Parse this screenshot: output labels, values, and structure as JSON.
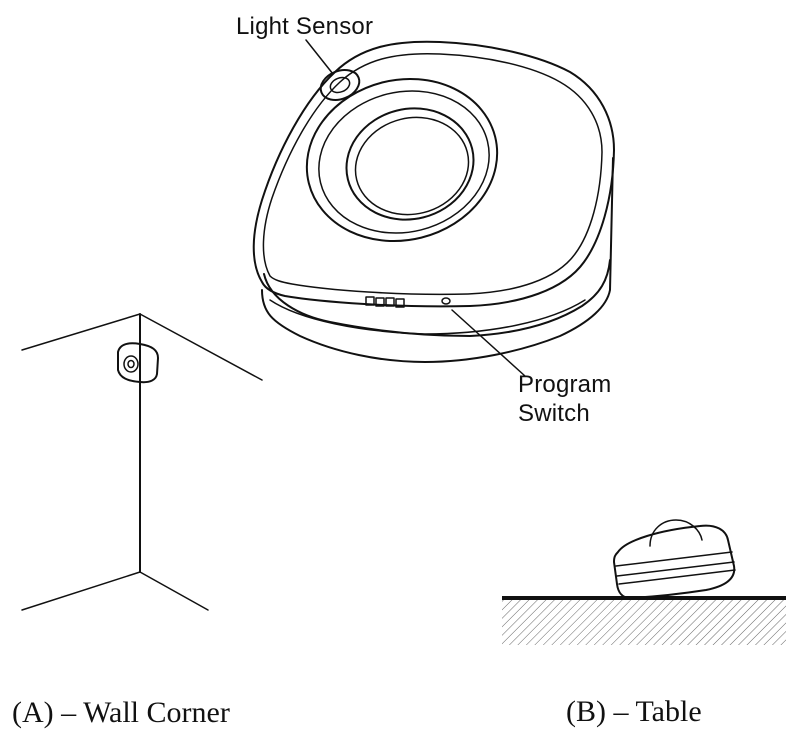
{
  "labels": {
    "light_sensor": "Light Sensor",
    "program_switch_line1": "Program",
    "program_switch_line2": "Switch"
  },
  "captions": {
    "wall_corner": "(A) – Wall Corner",
    "table": "(B) – Table"
  }
}
